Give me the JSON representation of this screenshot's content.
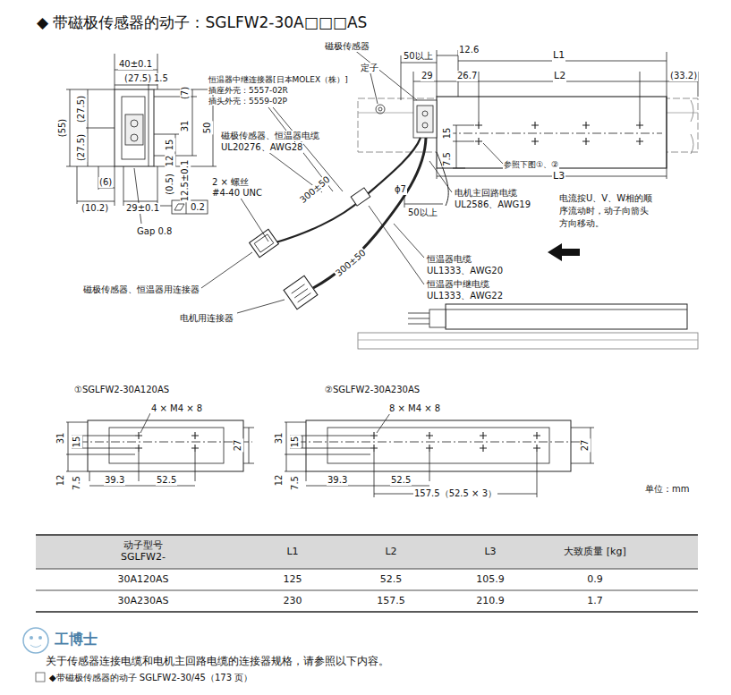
{
  "diagram": {
    "title": "◆ 带磁极传感器的动子：SGLFW2-30A□□□AS",
    "labels": [
      "40±0.1",
      "(27.5)",
      "1.5",
      "(55)",
      "(27.5)",
      "(27.5)",
      "(7)",
      "15",
      "31",
      "50",
      "12",
      "(0.5)",
      "12.5±0.1",
      "(6)",
      "(10.2)",
      "29±0.1",
      "0.2",
      "Gap 0.8",
      "恒温器中继连接器[日本MOLEX（株）]",
      "插座外壳：5557-02R",
      "插头外壳：5559-02P",
      "磁极传感器、恒温器电缆",
      "UL20276、AWG28",
      "2 × 螺丝",
      "#4-40 UNC",
      "300±50",
      "300±50",
      "磁极传感器、恒温器用连接器",
      "电机用连接器",
      "磁极传感器",
      "定子",
      "50以上",
      "12.6",
      "L1",
      "29",
      "26.7",
      "L2",
      "(33.2)",
      "15",
      "7.5",
      "参照下图①、②",
      "L3",
      "ϕ7",
      "50以上",
      "电机主回路电缆",
      "UL2586、AWG19",
      "电流按U、V、W相的顺",
      "序流动时，动子向箭头",
      "方向移动。",
      "恒温器电缆",
      "UL1333、AWG20",
      "恒温器中继电缆",
      "UL1333、AWG22",
      "①SGLFW2-30A120AS",
      "4 × M4 × 8",
      "31",
      "15",
      "12",
      "7.5",
      "39.3",
      "52.5",
      "27",
      "②SGLFW2-30A230AS",
      "8 × M4 × 8",
      "31",
      "15",
      "12",
      "7.5",
      "39.3",
      "52.5",
      "157.5（52.5 × 3）",
      "27",
      "单位：mm",
      "动子型号 SGLFW2-",
      "L1",
      "L2",
      "L3",
      "大致质量 [kg]",
      "30A120AS",
      "125",
      "52.5",
      "105.9",
      "0.9",
      "30A230AS",
      "230",
      "157.5",
      "210.9",
      "1.7",
      "工博士",
      "关于传感器连接电缆和电机主回路电缆的连接器规格，请参照以下内容。",
      "◆带磁极传感器的动子 SGLFW2-30/45（173 页）"
    ]
  }
}
